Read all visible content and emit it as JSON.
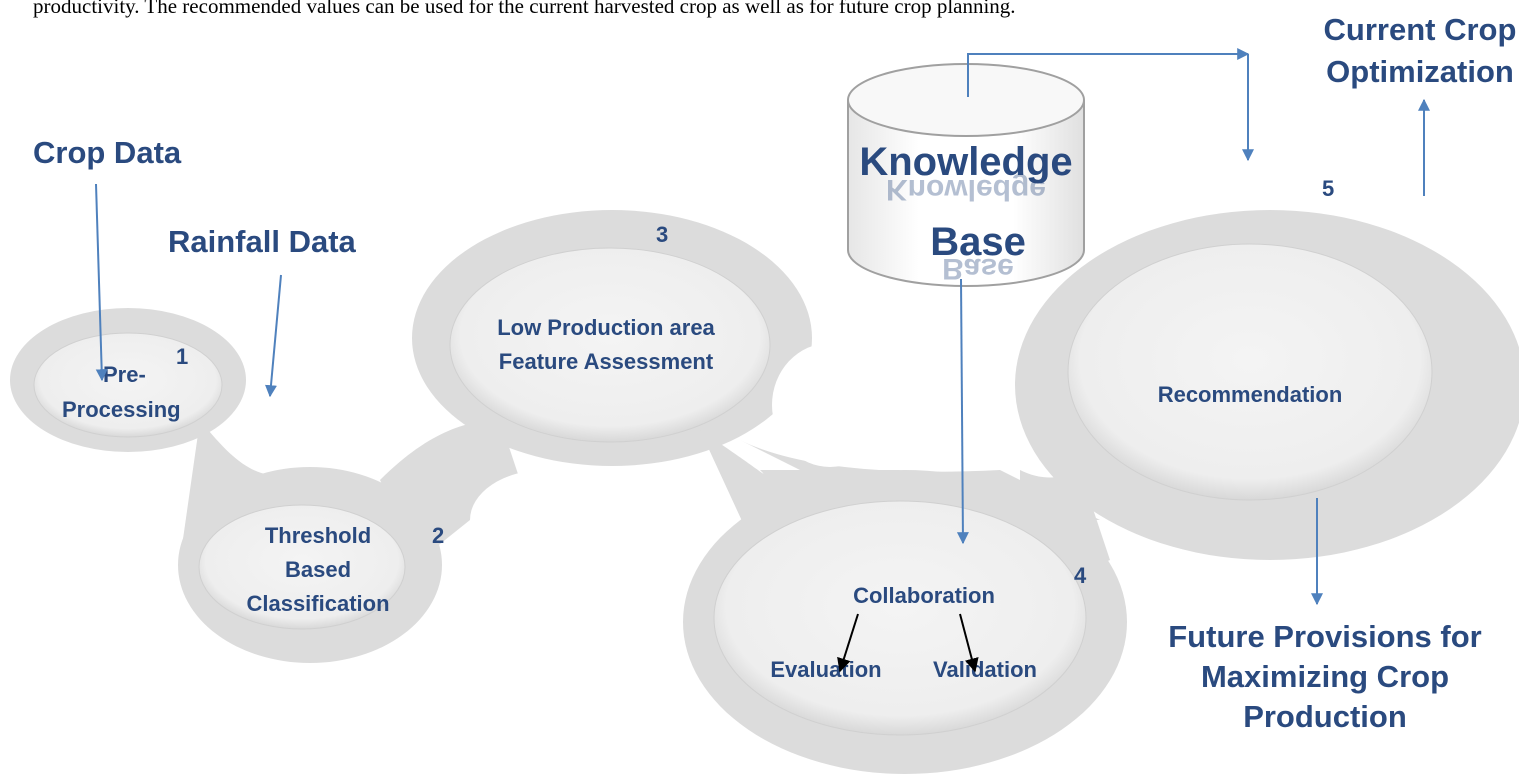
{
  "caption": "productivity. The recommended values can be used for the current harvested crop as well as for future crop planning.",
  "inputs": {
    "crop_data": "Crop Data",
    "rainfall_data": "Rainfall Data"
  },
  "stages": {
    "s1": {
      "number": "1",
      "lines": [
        "Pre-",
        "Processing"
      ]
    },
    "s2": {
      "number": "2",
      "lines": [
        "Threshold",
        "Based",
        "Classification"
      ]
    },
    "s3": {
      "number": "3",
      "lines": [
        "Low Production area",
        "Feature Assessment"
      ]
    },
    "s4": {
      "number": "4",
      "title": "Collaboration",
      "left": "Evaluation",
      "right": "Validation"
    },
    "s5": {
      "number": "5",
      "lines": [
        "Recommendation"
      ]
    }
  },
  "knowledge_base": {
    "line1": "Knowledge",
    "line2": "Base"
  },
  "outputs": {
    "current": [
      "Current Crop",
      "Optimization"
    ],
    "future": [
      "Future Provisions for",
      "Maximizing Crop",
      "Production"
    ]
  },
  "colors": {
    "label": "#2a4a7f",
    "arrow": "#4f81bd",
    "blob": "#dcdcdc",
    "bubble": "#efefef"
  }
}
